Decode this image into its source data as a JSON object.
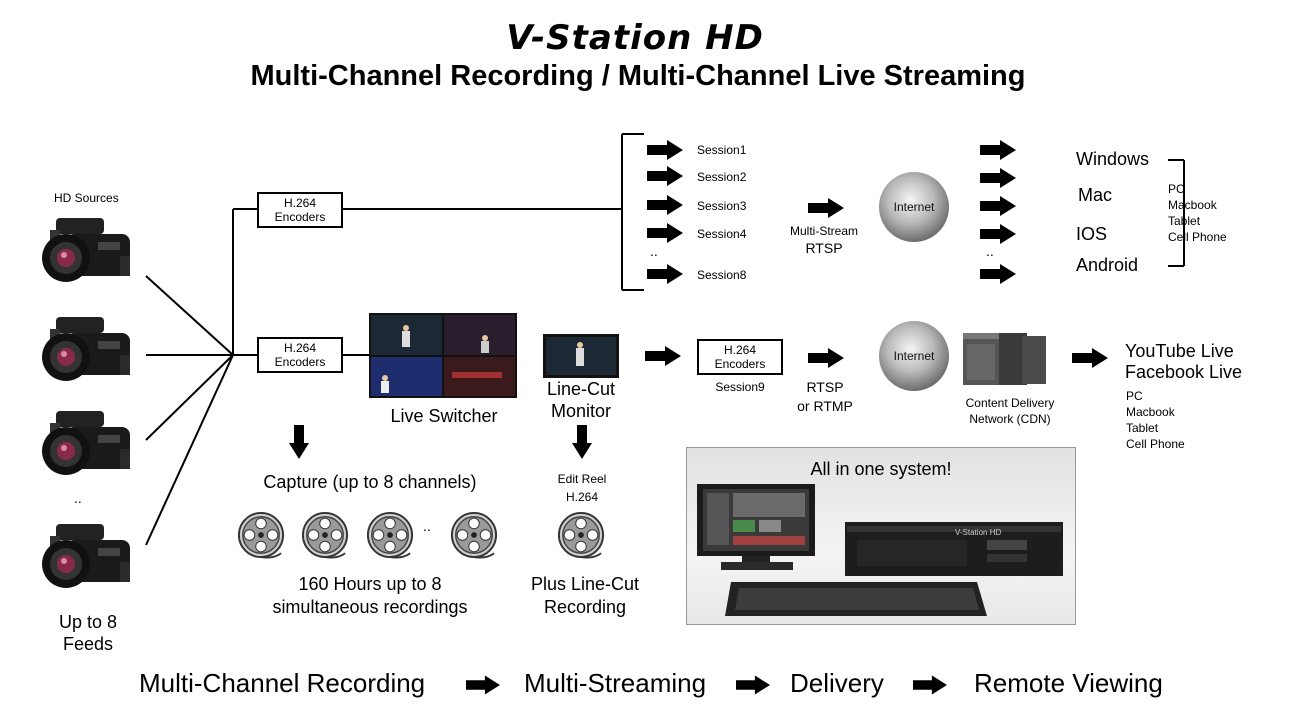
{
  "header": {
    "title": "V-Station HD",
    "subtitle": "Multi-Channel Recording / Multi-Channel Live Streaming"
  },
  "sources": {
    "label": "HD Sources",
    "dots": "..",
    "feeds_line1": "Up to 8",
    "feeds_line2": "Feeds"
  },
  "encoders": {
    "top": {
      "line1": "H.264",
      "line2": "Encoders"
    },
    "middle": {
      "line1": "H.264",
      "line2": "Encoders"
    },
    "right": {
      "line1": "H.264",
      "line2": "Encoders"
    }
  },
  "sessions": [
    "Session1",
    "Session2",
    "Session3",
    "Session4",
    "Session8"
  ],
  "sessions_dots": "..",
  "multistream": {
    "line1": "Multi-Stream",
    "line2": "RTSP"
  },
  "internet_label": "Internet",
  "devices": {
    "os": [
      "Windows",
      "Mac",
      "IOS",
      "Android"
    ],
    "types": [
      "PC",
      "Macbook",
      "Tablet",
      "Cell Phone"
    ],
    "dots": ".."
  },
  "switcher": {
    "label": "Live Switcher"
  },
  "linecut": {
    "line1": "Line-Cut",
    "line2": "Monitor"
  },
  "session9": "Session9",
  "rtmp": {
    "line1": "RTSP",
    "line2": "or RTMP"
  },
  "cdn": {
    "line1": "Content Delivery",
    "line2": "Network (CDN)"
  },
  "social": {
    "line1": "YouTube Live",
    "line2": "Facebook Live",
    "types": [
      "PC",
      "Macbook",
      "Tablet",
      "Cell Phone"
    ]
  },
  "capture": {
    "label": "Capture (up to 8 channels)",
    "dots": "..",
    "hours_line1": "160 Hours up to 8",
    "hours_line2": "simultaneous recordings"
  },
  "editreel": {
    "line1": "Edit Reel",
    "line2": "H.264",
    "plus_line1": "Plus Line-Cut",
    "plus_line2": "Recording"
  },
  "system": {
    "label": "All in one system!",
    "brand": "V-Station HD"
  },
  "flow": [
    "Multi-Channel Recording",
    "Multi-Streaming",
    "Delivery",
    "Remote Viewing"
  ]
}
